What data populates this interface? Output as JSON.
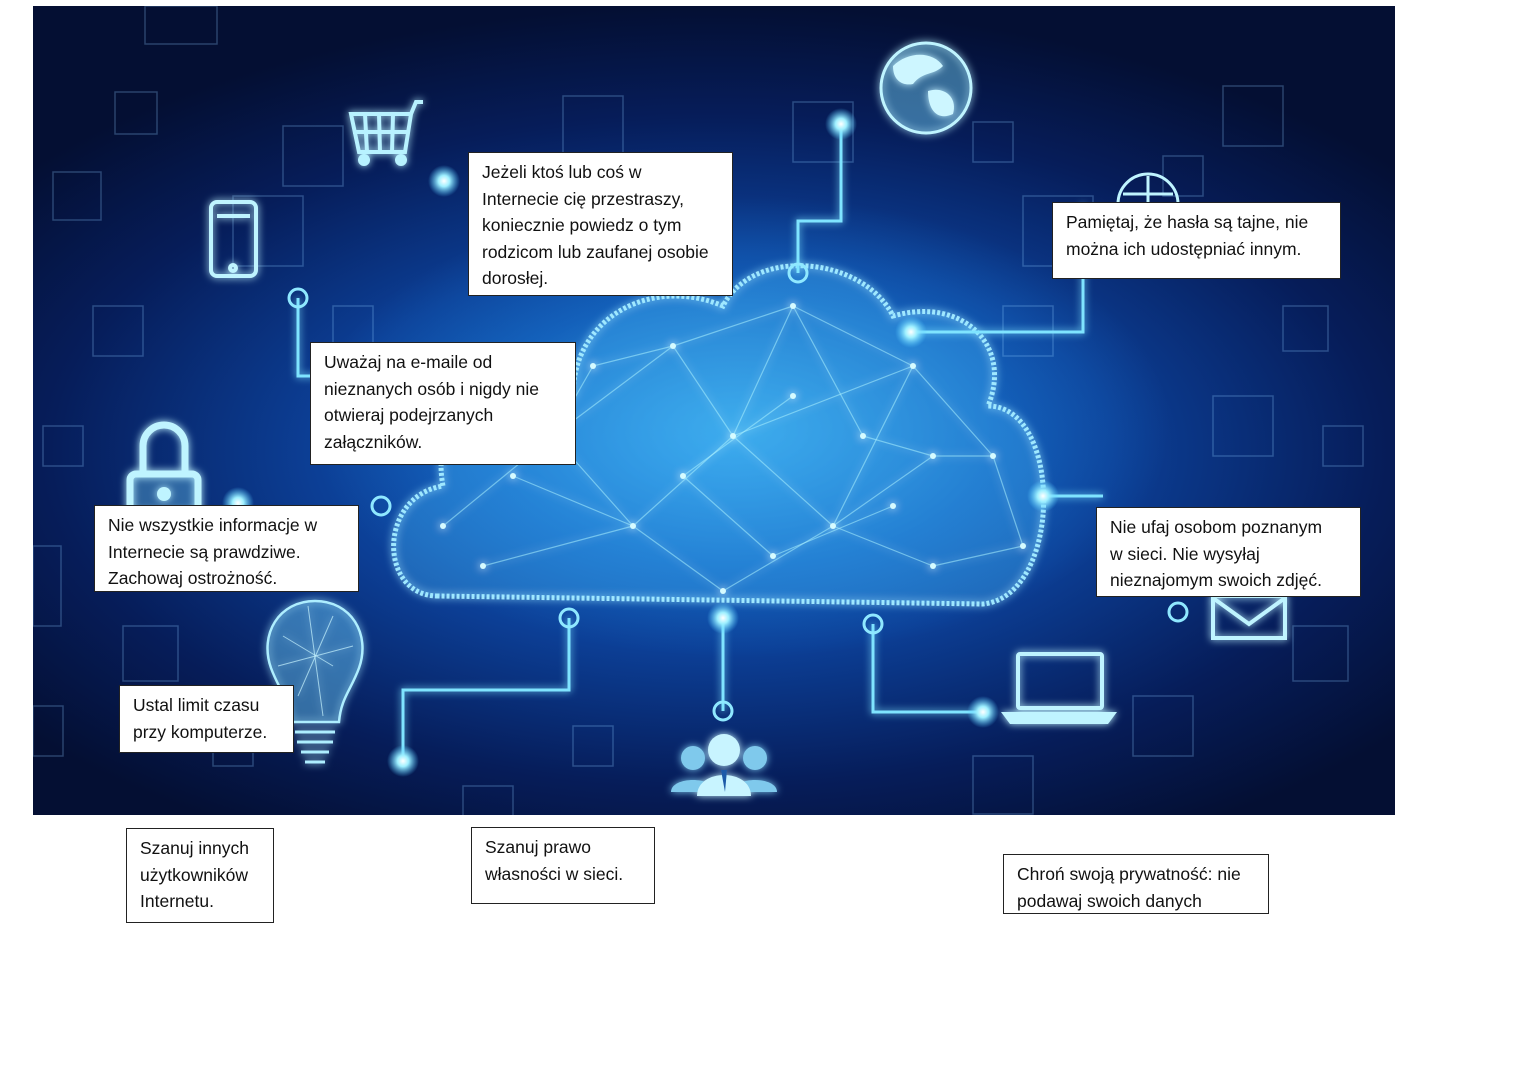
{
  "notes": {
    "scared": "Jeżeli ktoś lub coś w\nInternecie cię przestraszy,\nkoniecznie powiedz o tym\nrodzicom lub zaufanej osobie\ndorosłej.",
    "passwords": "Pamiętaj, że hasła są tajne, nie\nmożna ich udostępniać innym.",
    "emails": "Uważaj na e-maile od\nnieznanych osób i nigdy nie\notwieraj podejrzanych\nzałączników.",
    "info": "Nie wszystkie informacje w\nInternecie są prawdziwe.\nZachowaj ostrożność.",
    "strangers": "Nie ufaj osobom poznanym\nw sieci. Nie wysyłaj\nnieznajomym swoich zdjęć.",
    "time_limit": "Ustal limit czasu\nprzy komputerze.",
    "respect_users": "Szanuj innych\nużytkowników\nInternetu.",
    "copyright": "Szanuj prawo\nwłasności w sieci.",
    "privacy": "Chroń swoją prywatność: nie\npodawaj swoich danych"
  },
  "hero_icons": [
    "shopping-cart-icon",
    "globe-icon",
    "smartphone-icon",
    "padlock-icon",
    "lightbulb-icon",
    "laptop-icon",
    "envelope-icon",
    "users-icon",
    "cloud-network-icon"
  ],
  "colors": {
    "hero_dark": "#061d5a",
    "hero_mid": "#1466c8",
    "glow": "#7fe4ff",
    "box_border": "#222222"
  }
}
